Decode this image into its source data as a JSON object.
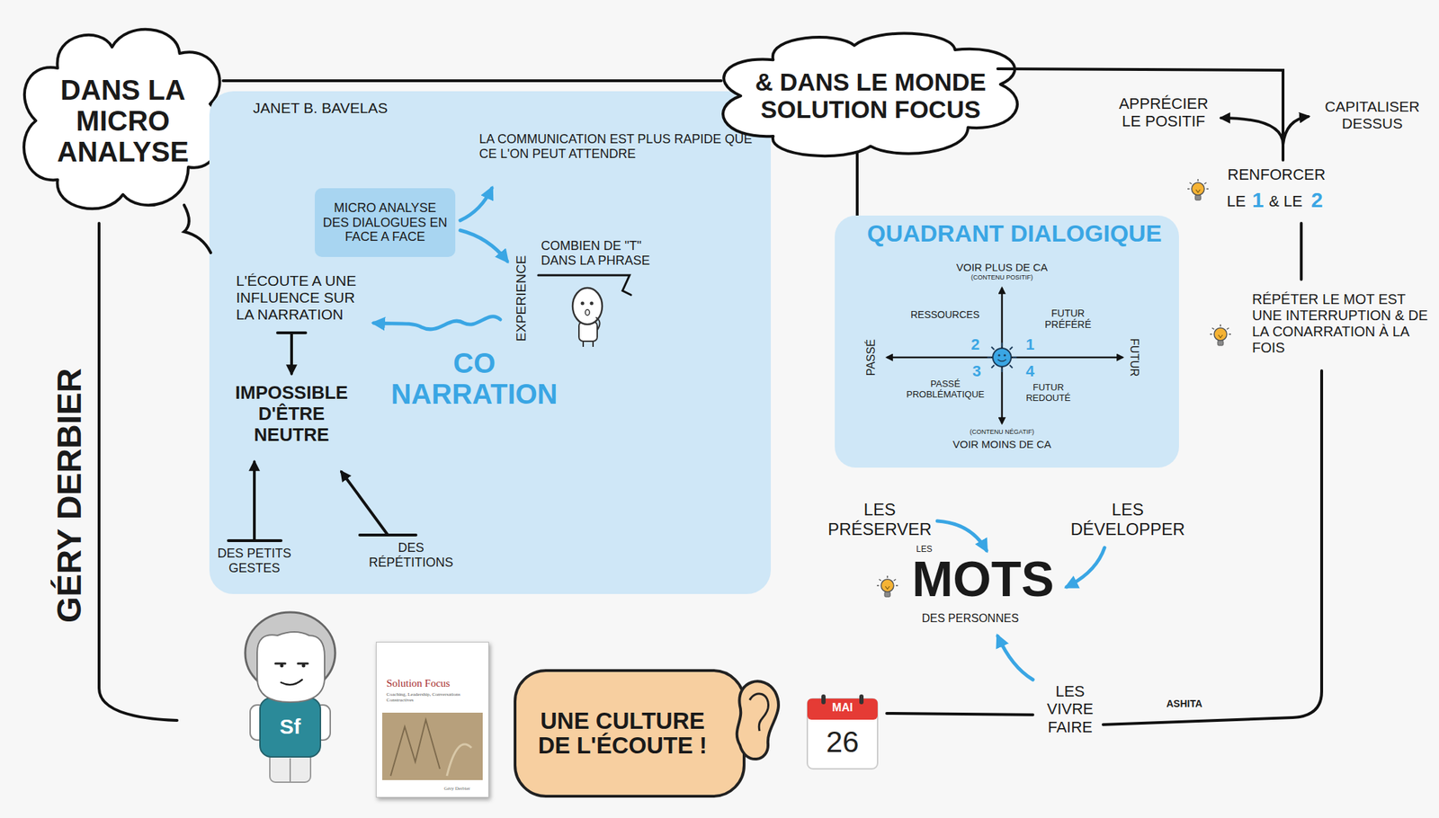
{
  "diagram": {
    "nodes": [
      {
        "text": [
          "DANS LA MICRO ANALYSE"
        ]
      },
      {
        "text": [
          "JANET B. BAVELAS"
        ]
      },
      {
        "text": [
          "MICRO ANALYSE DES DIALOGUES EN FACE A FACE"
        ],
        "in": 1
      },
      {
        "text": [
          "& DANS LE MONDE SOLUTION FOCUS"
        ]
      },
      {
        "text": [
          "QUADRANT DIALOGIQUE"
        ]
      },
      {
        "text": [
          "Solution Focus",
          "Coaching, Leadership, Conversations Constructives",
          "Géry Derbier"
        ]
      },
      {
        "text": [
          "UNE CULTURE DE L'ÉCOUTE !"
        ]
      },
      {
        "text": [
          "MAI",
          "26"
        ]
      }
    ],
    "edges": [
      {
        "from": 0,
        "to": 3,
        "arrow": "none"
      },
      {
        "from": 3,
        "to": 4,
        "arrow": "none"
      }
    ],
    "labels": [
      "LA COMMUNICATION EST PLUS RAPIDE QUE CE L'ON PEUT ATTENDRE",
      "EXPERIENCE",
      "COMBIEN DE \"T\" DANS LA PHRASE",
      "L'ÉCOUTE A UNE INFLUENCE SUR LA NARRATION",
      "CO NARRATION",
      "IMPOSSIBLE D'ÊTRE NEUTRE",
      "DES PETITS GESTES",
      "DES RÉPÉTITIONS",
      "VOIR PLUS DE CA",
      "(CONTENU POSITIF)",
      "RESSOURCES",
      "FUTUR PRÉFÉRÉ",
      "PASSÉ",
      "FUTUR",
      "1",
      "2",
      "3",
      "4",
      "PASSÉ PROBLÉMATIQUE",
      "FUTUR REDOUTÉ",
      "(CONTENU NÉGATIF)",
      "VOIR MOINS DE CA",
      "APPRÉCIER LE POSITIF",
      "CAPITALISER DESSUS",
      "RENFORCER",
      "LE",
      "1",
      "& LE",
      "2",
      "RÉPÉTER LE MOT EST UNE INTERRUPTION & DE LA CONARRATION À LA FOIS",
      "LES PRÉSERVER",
      "LES DÉVELOPPER",
      "LES",
      "MOTS",
      "DES PERSONNES",
      "LES VIVRE FAIRE",
      "GÉRY DERBIER",
      "Sf",
      "ASHITA"
    ]
  }
}
